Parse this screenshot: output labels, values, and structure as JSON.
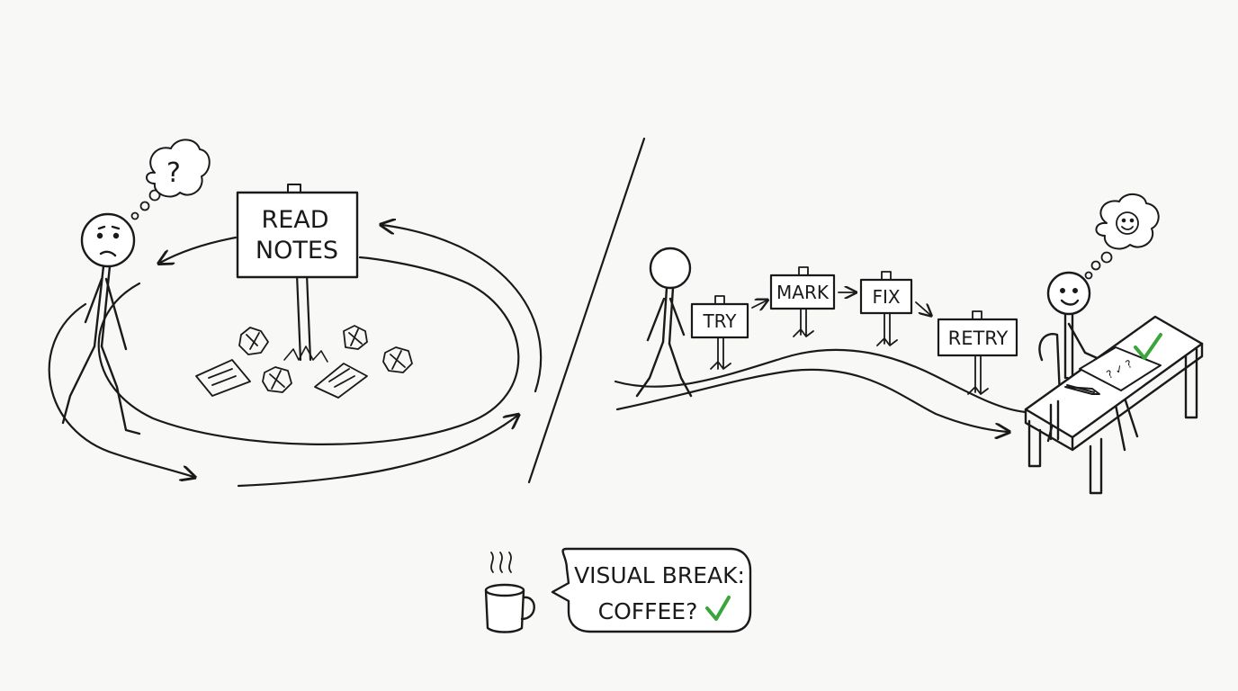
{
  "left_scene": {
    "sign_line1": "READ",
    "sign_line2": "NOTES",
    "thought_symbol": "?"
  },
  "right_scene": {
    "signs": [
      "TRY",
      "MARK",
      "FIX",
      "RETRY"
    ],
    "thought_icon": "smiley-face-icon",
    "paper_marks": "? ✓ ?"
  },
  "break": {
    "line1": "VISUAL BREAK:",
    "line2": "COFFEE?",
    "check_color": "#3aa53a",
    "icon": "coffee-mug-icon"
  },
  "colors": {
    "background": "#f8f8f7",
    "ink": "#1a1a1a",
    "accent_check": "#3aa53a"
  }
}
